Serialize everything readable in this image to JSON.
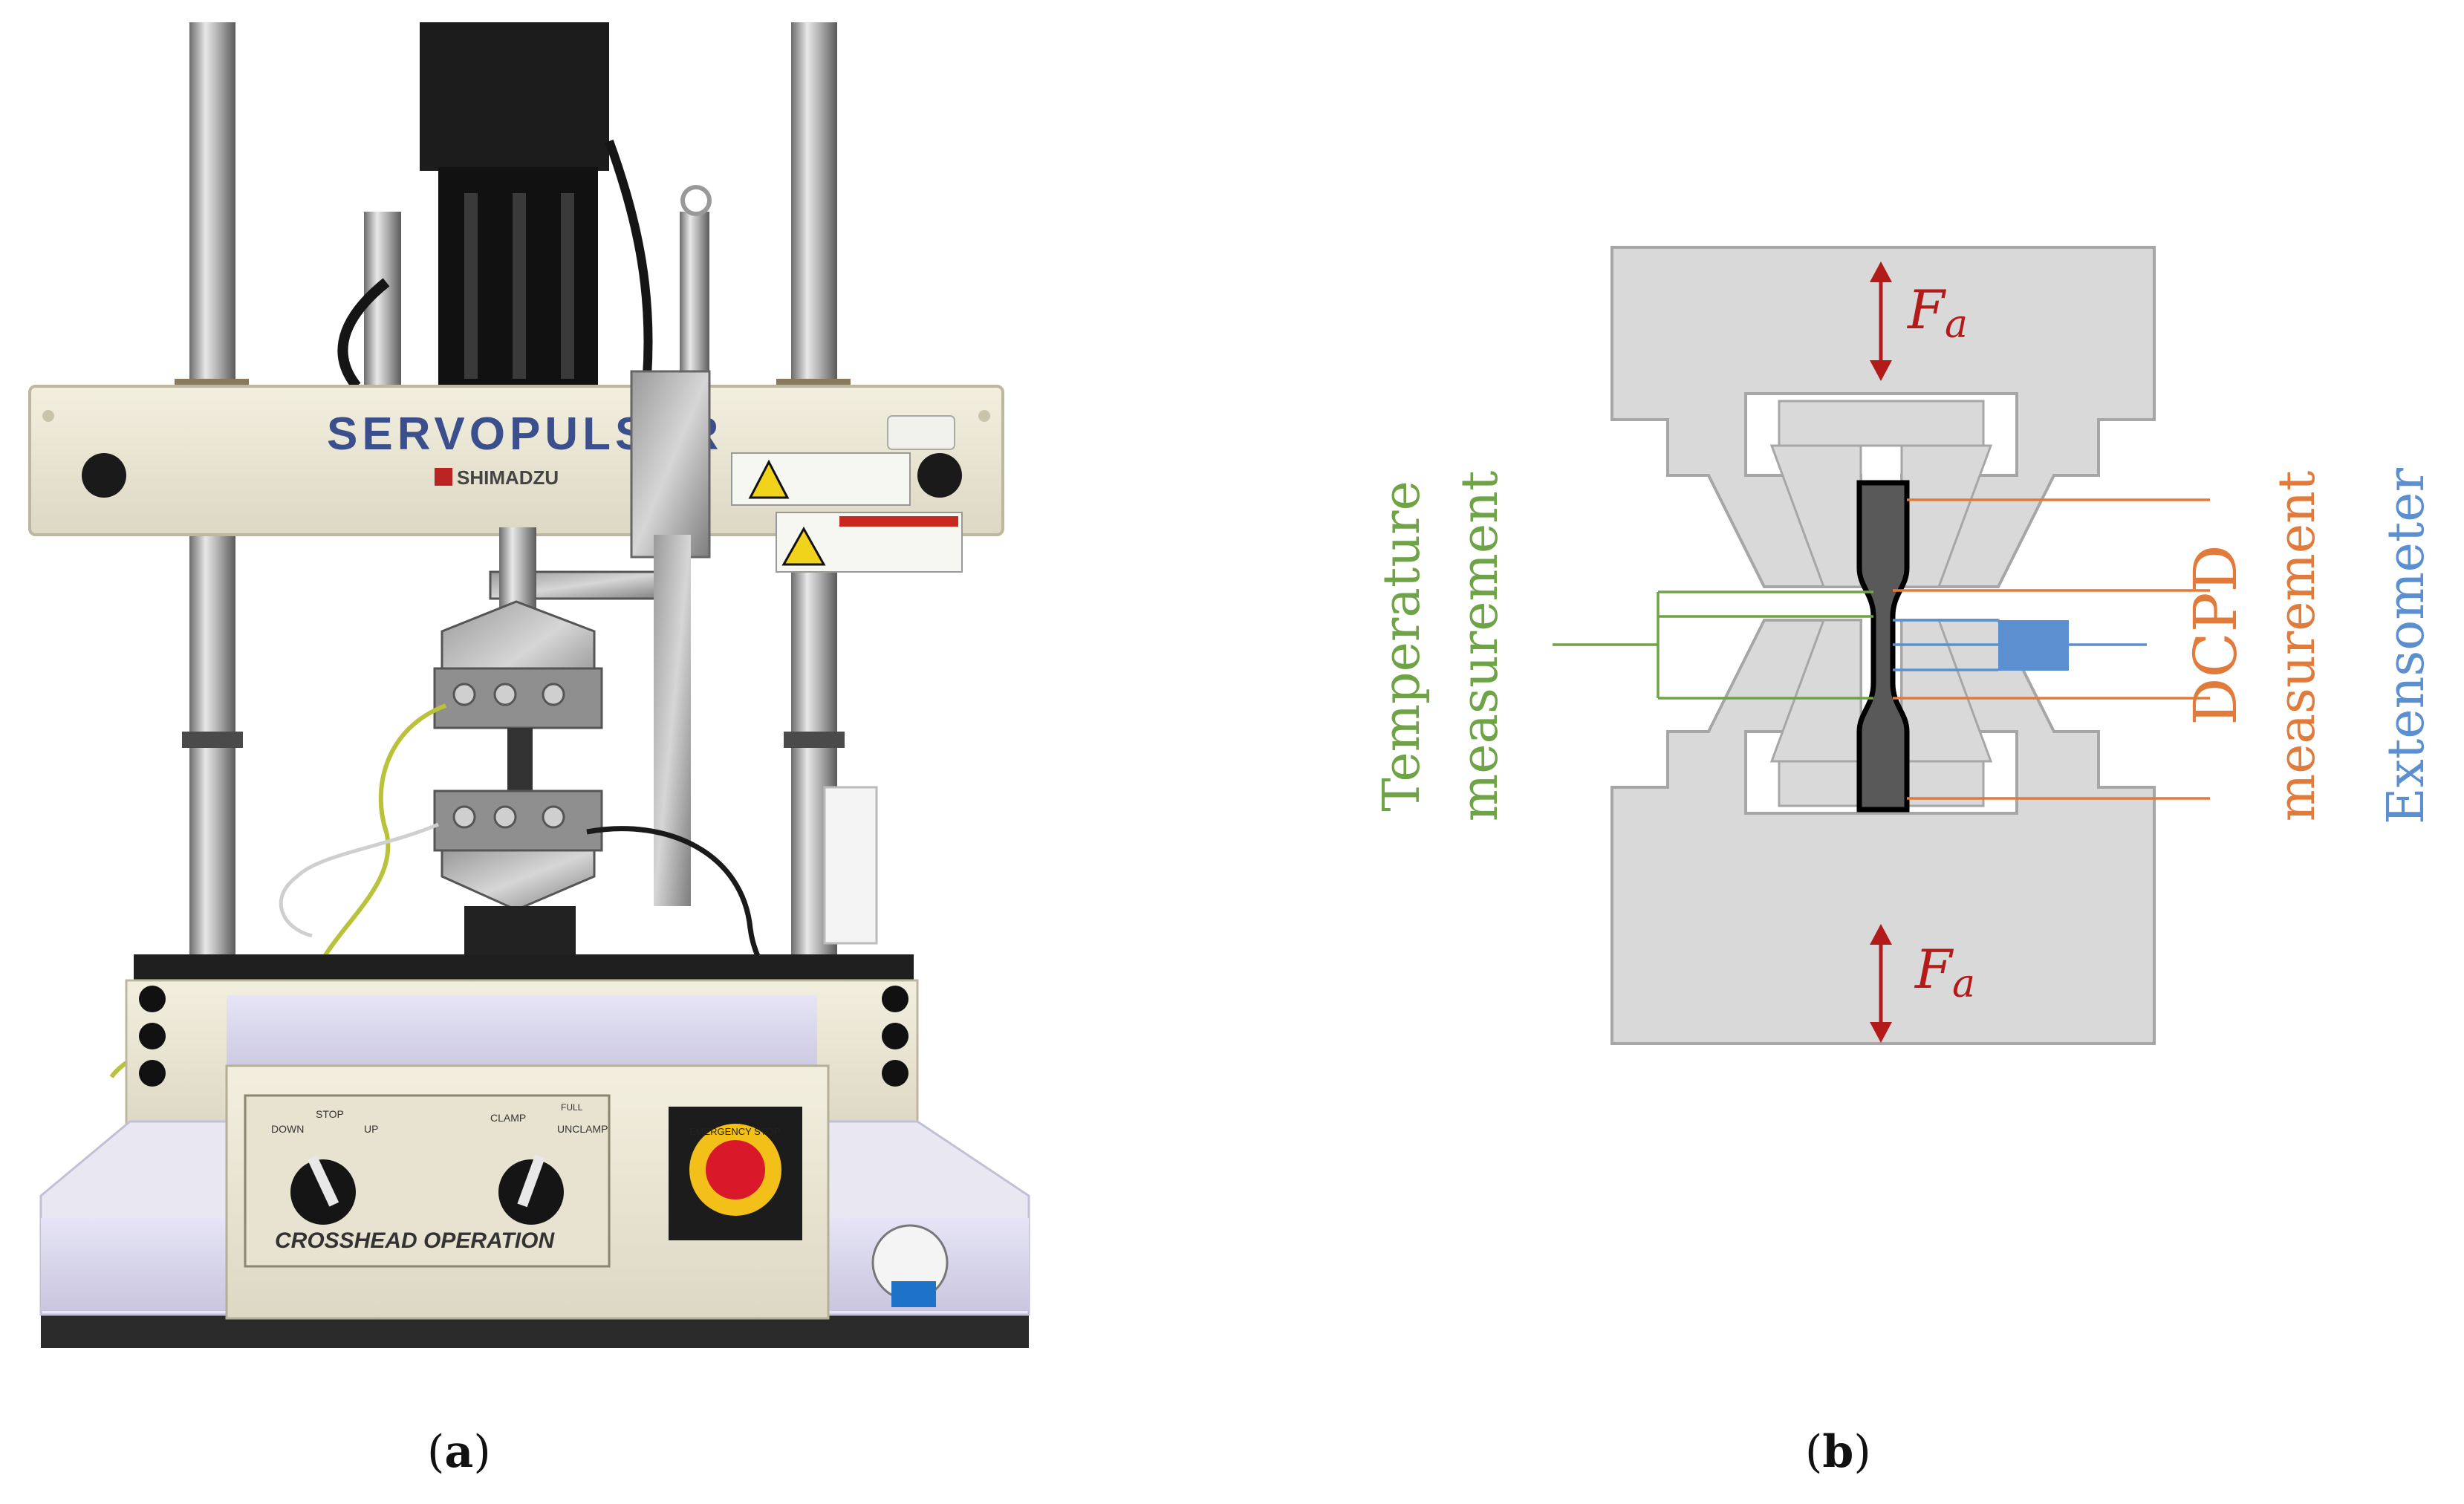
{
  "figure": {
    "panel_a": {
      "caption_open": "(",
      "caption_letter": "a",
      "caption_close": ")",
      "machine": {
        "brand": "SERVOPULSER",
        "maker": "SHIMADZU",
        "control_panel_label": "CROSSHEAD OPERATION",
        "knob_left_labels": [
          "DOWN",
          "STOP",
          "UP"
        ],
        "knob_right_labels": [
          "CLAMP",
          "FULL",
          "UNCLAMP"
        ],
        "emergency_label": "EMERGENCY STOP"
      }
    },
    "panel_b": {
      "caption_open": "(",
      "caption_letter": "b",
      "caption_close": ")",
      "force_top_main": "F",
      "force_top_sub": "a",
      "force_bottom_main": "F",
      "force_bottom_sub": "a",
      "label_temperature_1": "Temperature",
      "label_temperature_2": "measurement",
      "label_dcpd_1": "DCPD",
      "label_dcpd_2": "measurement",
      "label_extensometer": "Extensometer"
    },
    "colors": {
      "temperature": "#6ea346",
      "dcpd": "#e07b3c",
      "extensometer": "#5b8fcf",
      "force": "#b31b1b",
      "grip": "#d9d9d9",
      "specimen": "#595959"
    }
  }
}
